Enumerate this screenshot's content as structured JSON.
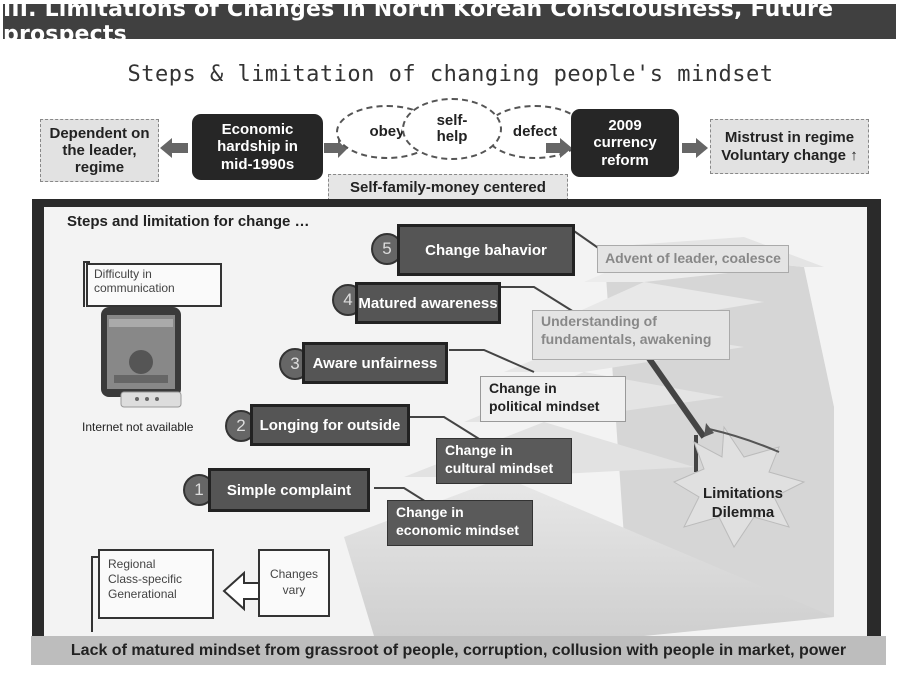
{
  "title": "III. Limitations of Changes in North Korean Consciousness, Future prospects",
  "subtitle": "Steps & limitation of changing people's mindset",
  "flow": {
    "dependent": "Dependent on\nthe leader,\nregime",
    "hardship": "Economic\nhardship in\nmid-1990s",
    "obey": "obey",
    "selfhelp": "self-\nhelp",
    "defect": "defect",
    "currency": "2009\ncurrency\nreform",
    "mistrust": "Mistrust in regime\nVoluntary change ↑",
    "centered": "Self-family-money centered"
  },
  "panel": {
    "heading": "Steps and limitation for change …",
    "difficulty": "Difficulty in\ncommunication",
    "internet": "Internet not available",
    "steps": [
      {
        "num": "1",
        "label": "Simple complaint"
      },
      {
        "num": "2",
        "label": "Longing for outside"
      },
      {
        "num": "3",
        "label": "Aware unfairness"
      },
      {
        "num": "4",
        "label": "Matured awareness"
      },
      {
        "num": "5",
        "label": "Change bahavior"
      }
    ],
    "mindsets": {
      "economic": "Change in\neconomic mindset",
      "cultural": "Change in\ncultural mindset",
      "political": "Change in\npolitical mindset",
      "understanding": "Understanding of\nfundamentals, awakening",
      "advent": "Advent of leader, coalesce"
    },
    "limitations": "Limitations\nDilemma",
    "groups": "Regional\nClass-specific\nGenerational",
    "vary": "Changes\nvary"
  },
  "footer": "Lack of matured mindset from grassroot of people, corruption, collusion with people in market, power"
}
